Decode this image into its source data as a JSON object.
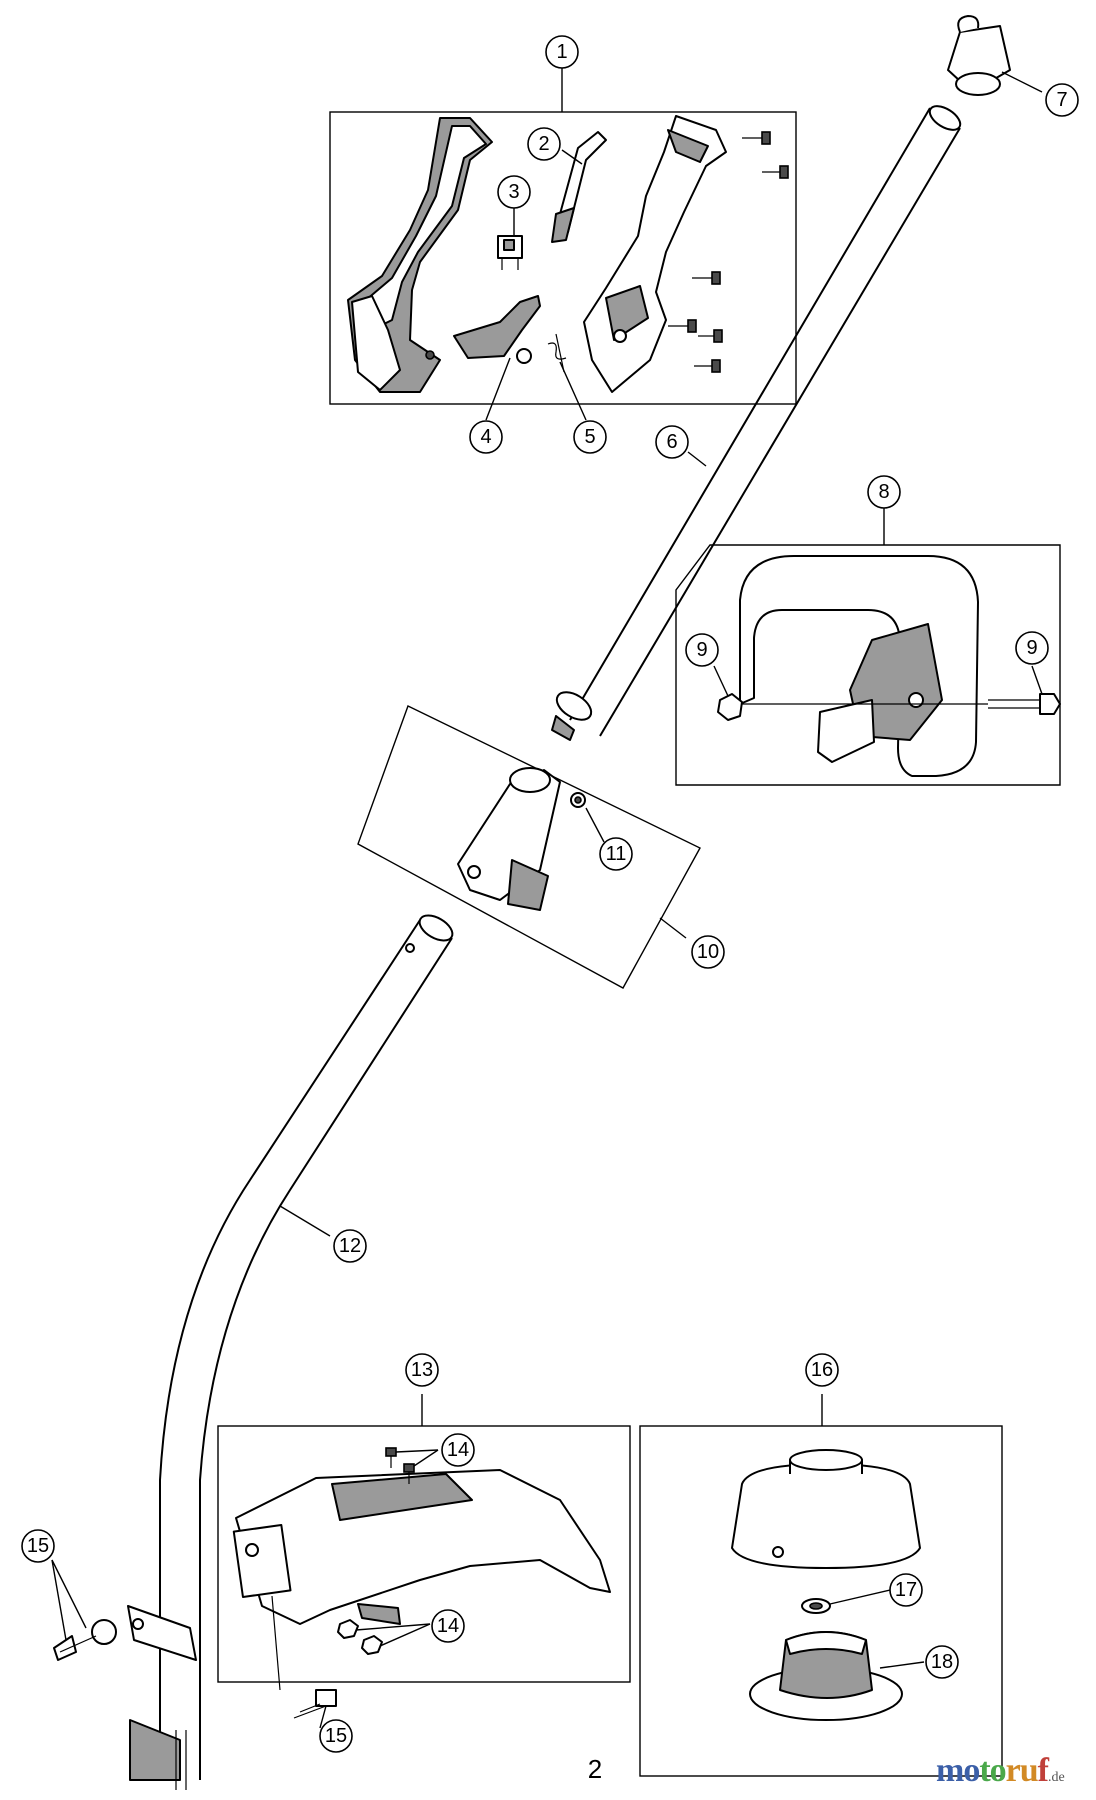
{
  "page_number": "2",
  "watermark": {
    "parts": [
      "mo",
      "to",
      "ru",
      "f"
    ],
    "tld": ".de"
  },
  "callouts": [
    "1",
    "2",
    "3",
    "4",
    "5",
    "6",
    "7",
    "8",
    "9",
    "9",
    "10",
    "11",
    "12",
    "13",
    "14",
    "14",
    "15",
    "15",
    "16",
    "17",
    "18"
  ],
  "colors": {
    "line": "#000000",
    "part_fill": "#ffffff",
    "shade": "#9a9a9a",
    "dark_shade": "#4a4a4a"
  }
}
